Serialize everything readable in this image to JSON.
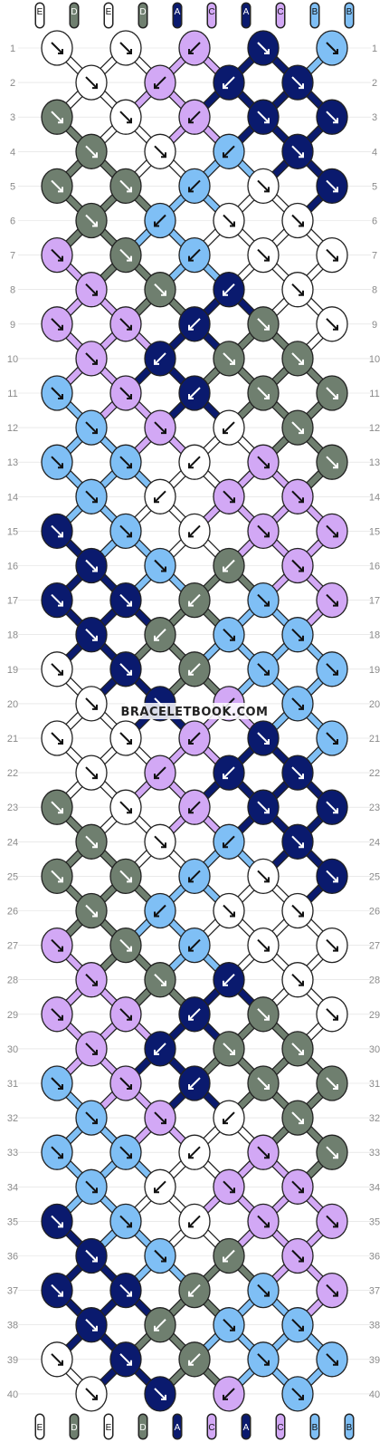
{
  "site": {
    "watermark": "BRACELETBOOK.COM"
  },
  "colors": {
    "A": "#0a1a6e",
    "B": "#7fbff5",
    "C": "#d2a8f5",
    "D": "#6f7f6f",
    "E": "#ffffff"
  },
  "strands_top": [
    "E",
    "D",
    "E",
    "D",
    "A",
    "C",
    "A",
    "C",
    "B",
    "B"
  ],
  "strands_bottom": [
    "E",
    "D",
    "E",
    "D",
    "A",
    "C",
    "A",
    "C",
    "B",
    "B"
  ],
  "row_numbers": [
    "1",
    "2",
    "3",
    "4",
    "5",
    "6",
    "7",
    "8",
    "9",
    "10",
    "11",
    "12",
    "13",
    "14",
    "15",
    "16",
    "17",
    "18",
    "19",
    "20",
    "21",
    "22",
    "23",
    "24",
    "25",
    "26",
    "27",
    "28",
    "29",
    "30",
    "31",
    "32",
    "33",
    "34",
    "35",
    "36",
    "37",
    "38",
    "39",
    "40"
  ],
  "knots": [
    [
      [
        "E",
        "dr"
      ],
      [
        "E",
        "dr"
      ],
      [
        "C",
        "dl"
      ],
      [
        "A",
        "dr"
      ],
      [
        "B",
        "dr"
      ]
    ],
    [
      [
        "E",
        "dr"
      ],
      [
        "C",
        "dl"
      ],
      [
        "A",
        "dl"
      ],
      [
        "A",
        "dr"
      ]
    ],
    [
      [
        "D",
        "dr"
      ],
      [
        "E",
        "dr"
      ],
      [
        "C",
        "dl"
      ],
      [
        "A",
        "dr"
      ],
      [
        "A",
        "dr"
      ]
    ],
    [
      [
        "D",
        "dr"
      ],
      [
        "E",
        "dr"
      ],
      [
        "B",
        "dl"
      ],
      [
        "A",
        "dr"
      ]
    ],
    [
      [
        "D",
        "dr"
      ],
      [
        "D",
        "dr"
      ],
      [
        "B",
        "dl"
      ],
      [
        "E",
        "dr"
      ],
      [
        "A",
        "dr"
      ]
    ],
    [
      [
        "D",
        "dr"
      ],
      [
        "B",
        "dl"
      ],
      [
        "E",
        "dr"
      ],
      [
        "E",
        "dr"
      ]
    ],
    [
      [
        "C",
        "dr"
      ],
      [
        "D",
        "dr"
      ],
      [
        "B",
        "dl"
      ],
      [
        "E",
        "dr"
      ],
      [
        "E",
        "dr"
      ]
    ],
    [
      [
        "C",
        "dr"
      ],
      [
        "D",
        "dr"
      ],
      [
        "A",
        "dl"
      ],
      [
        "E",
        "dr"
      ]
    ],
    [
      [
        "C",
        "dr"
      ],
      [
        "C",
        "dr"
      ],
      [
        "A",
        "dl"
      ],
      [
        "D",
        "dr"
      ],
      [
        "E",
        "dr"
      ]
    ],
    [
      [
        "C",
        "dr"
      ],
      [
        "A",
        "dl"
      ],
      [
        "D",
        "dr"
      ],
      [
        "D",
        "dr"
      ]
    ],
    [
      [
        "B",
        "dr"
      ],
      [
        "C",
        "dr"
      ],
      [
        "A",
        "dl"
      ],
      [
        "D",
        "dr"
      ],
      [
        "D",
        "dr"
      ]
    ],
    [
      [
        "B",
        "dr"
      ],
      [
        "C",
        "dr"
      ],
      [
        "E",
        "dl"
      ],
      [
        "D",
        "dr"
      ]
    ],
    [
      [
        "B",
        "dr"
      ],
      [
        "B",
        "dr"
      ],
      [
        "E",
        "dl"
      ],
      [
        "C",
        "dr"
      ],
      [
        "D",
        "dr"
      ]
    ],
    [
      [
        "B",
        "dr"
      ],
      [
        "E",
        "dl"
      ],
      [
        "C",
        "dr"
      ],
      [
        "C",
        "dr"
      ]
    ],
    [
      [
        "A",
        "dr"
      ],
      [
        "B",
        "dr"
      ],
      [
        "E",
        "dl"
      ],
      [
        "C",
        "dr"
      ],
      [
        "C",
        "dr"
      ]
    ],
    [
      [
        "A",
        "dr"
      ],
      [
        "B",
        "dr"
      ],
      [
        "D",
        "dl"
      ],
      [
        "C",
        "dr"
      ]
    ],
    [
      [
        "A",
        "dr"
      ],
      [
        "A",
        "dr"
      ],
      [
        "D",
        "dl"
      ],
      [
        "B",
        "dr"
      ],
      [
        "C",
        "dr"
      ]
    ],
    [
      [
        "A",
        "dr"
      ],
      [
        "D",
        "dl"
      ],
      [
        "B",
        "dr"
      ],
      [
        "B",
        "dr"
      ]
    ],
    [
      [
        "E",
        "dr"
      ],
      [
        "A",
        "dr"
      ],
      [
        "D",
        "dl"
      ],
      [
        "B",
        "dr"
      ],
      [
        "B",
        "dr"
      ]
    ],
    [
      [
        "E",
        "dr"
      ],
      [
        "A",
        "dr"
      ],
      [
        "C",
        "dl"
      ],
      [
        "B",
        "dr"
      ]
    ],
    [
      [
        "E",
        "dr"
      ],
      [
        "E",
        "dr"
      ],
      [
        "C",
        "dl"
      ],
      [
        "A",
        "dr"
      ],
      [
        "B",
        "dr"
      ]
    ],
    [
      [
        "E",
        "dr"
      ],
      [
        "C",
        "dl"
      ],
      [
        "A",
        "dl"
      ],
      [
        "A",
        "dr"
      ]
    ],
    [
      [
        "D",
        "dr"
      ],
      [
        "E",
        "dr"
      ],
      [
        "C",
        "dl"
      ],
      [
        "A",
        "dr"
      ],
      [
        "A",
        "dr"
      ]
    ],
    [
      [
        "D",
        "dr"
      ],
      [
        "E",
        "dr"
      ],
      [
        "B",
        "dl"
      ],
      [
        "A",
        "dr"
      ]
    ],
    [
      [
        "D",
        "dr"
      ],
      [
        "D",
        "dr"
      ],
      [
        "B",
        "dl"
      ],
      [
        "E",
        "dr"
      ],
      [
        "A",
        "dr"
      ]
    ],
    [
      [
        "D",
        "dr"
      ],
      [
        "B",
        "dl"
      ],
      [
        "E",
        "dr"
      ],
      [
        "E",
        "dr"
      ]
    ],
    [
      [
        "C",
        "dr"
      ],
      [
        "D",
        "dr"
      ],
      [
        "B",
        "dl"
      ],
      [
        "E",
        "dr"
      ],
      [
        "E",
        "dr"
      ]
    ],
    [
      [
        "C",
        "dr"
      ],
      [
        "D",
        "dr"
      ],
      [
        "A",
        "dl"
      ],
      [
        "E",
        "dr"
      ]
    ],
    [
      [
        "C",
        "dr"
      ],
      [
        "C",
        "dr"
      ],
      [
        "A",
        "dl"
      ],
      [
        "D",
        "dr"
      ],
      [
        "E",
        "dr"
      ]
    ],
    [
      [
        "C",
        "dr"
      ],
      [
        "A",
        "dl"
      ],
      [
        "D",
        "dr"
      ],
      [
        "D",
        "dr"
      ]
    ],
    [
      [
        "B",
        "dr"
      ],
      [
        "C",
        "dr"
      ],
      [
        "A",
        "dl"
      ],
      [
        "D",
        "dr"
      ],
      [
        "D",
        "dr"
      ]
    ],
    [
      [
        "B",
        "dr"
      ],
      [
        "C",
        "dr"
      ],
      [
        "E",
        "dl"
      ],
      [
        "D",
        "dr"
      ]
    ],
    [
      [
        "B",
        "dr"
      ],
      [
        "B",
        "dr"
      ],
      [
        "E",
        "dl"
      ],
      [
        "C",
        "dr"
      ],
      [
        "D",
        "dr"
      ]
    ],
    [
      [
        "B",
        "dr"
      ],
      [
        "E",
        "dl"
      ],
      [
        "C",
        "dr"
      ],
      [
        "C",
        "dr"
      ]
    ],
    [
      [
        "A",
        "dr"
      ],
      [
        "B",
        "dr"
      ],
      [
        "E",
        "dl"
      ],
      [
        "C",
        "dr"
      ],
      [
        "C",
        "dr"
      ]
    ],
    [
      [
        "A",
        "dr"
      ],
      [
        "B",
        "dr"
      ],
      [
        "D",
        "dl"
      ],
      [
        "C",
        "dr"
      ]
    ],
    [
      [
        "A",
        "dr"
      ],
      [
        "A",
        "dr"
      ],
      [
        "D",
        "dl"
      ],
      [
        "B",
        "dr"
      ],
      [
        "C",
        "dr"
      ]
    ],
    [
      [
        "A",
        "dr"
      ],
      [
        "D",
        "dl"
      ],
      [
        "B",
        "dr"
      ],
      [
        "B",
        "dr"
      ]
    ],
    [
      [
        "E",
        "dr"
      ],
      [
        "A",
        "dr"
      ],
      [
        "D",
        "dl"
      ],
      [
        "B",
        "dr"
      ],
      [
        "B",
        "dr"
      ]
    ],
    [
      [
        "E",
        "dr"
      ],
      [
        "A",
        "dr"
      ],
      [
        "C",
        "dl"
      ],
      [
        "B",
        "dr"
      ]
    ]
  ]
}
